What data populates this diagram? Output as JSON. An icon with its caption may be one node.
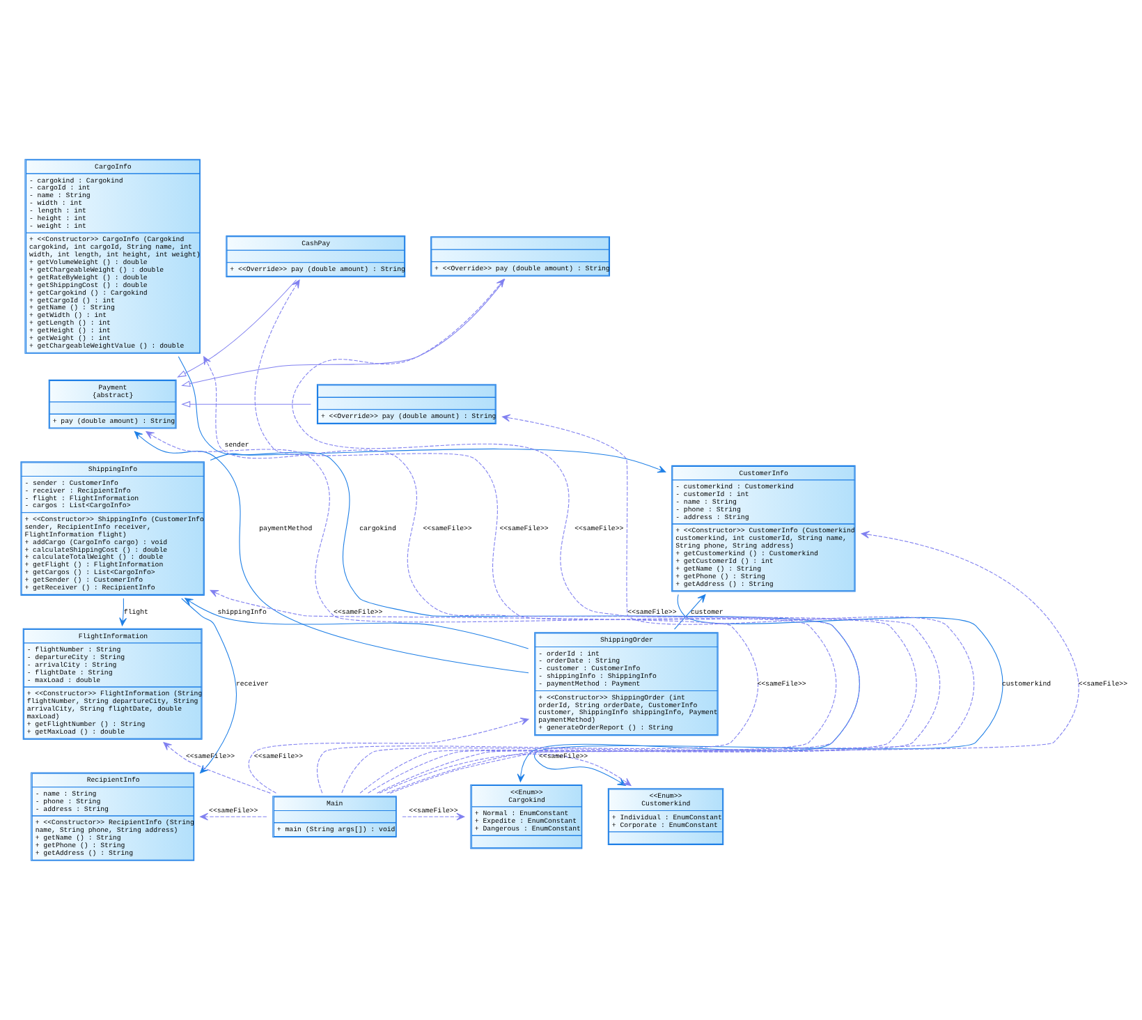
{
  "diagram": {
    "nodes": [
      {
        "text": [
          "CargoInfo",
          "- cargokind : Cargokind",
          "- cargoId : int",
          "- name : String",
          "- width : int",
          "- length : int",
          "- height : int",
          "- weight : int",
          "+ <<Constructor>> CargoInfo (Cargokind cargokind, int cargoId, String name, int width, int length, int height, int weight)",
          "+ getVolumeWeight () : double",
          "+ getChargeableWeight () : double",
          "+ getRateByWeight () : double",
          "+ getShippingCost () : double",
          "+ getCargokind () : Cargokind",
          "+ getCargoId () : int",
          "+ getName () : String",
          "+ getWidth () : int",
          "+ getLength () : int",
          "+ getHeight () : int",
          "+ getWeight () : int",
          "+ getChargeableWeightValue () : double"
        ]
      },
      {
        "text": [
          "CashPay",
          "+ <<Override>> pay (double amount) : String"
        ]
      },
      {
        "text": [
          "+ <<Override>> pay (double amount) : String"
        ]
      },
      {
        "text": [
          "Payment",
          "{abstract}",
          "+ pay (double amount) : String"
        ]
      },
      {
        "text": [
          "+ <<Override>> pay (double amount) : String"
        ]
      },
      {
        "text": [
          "ShippingInfo",
          "- sender : CustomerInfo",
          "- receiver : RecipientInfo",
          "- flight : FlightInformation",
          "- cargos : List<CargoInfo>",
          "+ <<Constructor>> ShippingInfo (CustomerInfo sender, RecipientInfo receiver, FlightInformation flight)",
          "+ addCargo (CargoInfo cargo) : void",
          "+ calculateShippingCost () : double",
          "+ calculateTotalWeight () : double",
          "+ getFlight () : FlightInformation",
          "+ getCargos () : List<CargoInfo>",
          "+ getSender () : CustomerInfo",
          "+ getReceiver () : RecipientInfo"
        ]
      },
      {
        "text": [
          "CustomerInfo",
          "- customerkind : Customerkind",
          "- customerId : int",
          "- name : String",
          "- phone : String",
          "- address : String",
          "+ <<Constructor>> CustomerInfo (Customerkind customerkind, int customerId, String name, String phone, String address)",
          "+ getCustomerkind () : Customerkind",
          "+ getCustomerId () : int",
          "+ getName () : String",
          "+ getPhone () : String",
          "+ getAddress () : String"
        ]
      },
      {
        "text": [
          "FlightInformation",
          "- flightNumber : String",
          "- departureCity : String",
          "- arrivalCity : String",
          "- flightDate : String",
          "- maxLoad : double",
          "+ <<Constructor>> FlightInformation (String flightNumber, String departureCity, String arrivalCity, String flightDate, double maxLoad)",
          "+ getFlightNumber () : String",
          "+ getMaxLoad () : double"
        ]
      },
      {
        "text": [
          "ShippingOrder",
          "- orderId : int",
          "- orderDate : String",
          "- customer : CustomerInfo",
          "- shippingInfo : ShippingInfo",
          "- paymentMethod : Payment",
          "+ <<Constructor>> ShippingOrder (int orderId, String orderDate, CustomerInfo customer, ShippingInfo shippingInfo, Payment paymentMethod)",
          "+ generateOrderReport () : String"
        ]
      },
      {
        "text": [
          "RecipientInfo",
          "- name : String",
          "- phone : String",
          "- address : String",
          "+ <<Constructor>> RecipientInfo (String name, String phone, String address)",
          "+ getName () : String",
          "+ getPhone () : String",
          "+ getAddress () : String"
        ]
      },
      {
        "text": [
          "<<Enum>>",
          "Cargokind",
          "+ Normal : EnumConstant",
          "+ Expedite : EnumConstant",
          "+ Dangerous : EnumConstant"
        ]
      },
      {
        "text": [
          "<<Enum>>",
          "Customerkind",
          "+ Individual : EnumConstant",
          "+ Corporate : EnumConstant"
        ]
      },
      {
        "text": [
          "Main",
          "+ main (String args[]) : void"
        ]
      }
    ],
    "edges": [
      {
        "from": 1,
        "to": 3,
        "arrow": "to"
      },
      {
        "from": 2,
        "to": 3,
        "arrow": "to"
      },
      {
        "from": 4,
        "to": 3,
        "arrow": "to"
      },
      {
        "from": 8,
        "to": 3,
        "arrow": "to",
        "label": "paymentMethod",
        "color": "#1e7fe6"
      },
      {
        "from": 5,
        "to": 6,
        "arrow": "to",
        "label": "sender",
        "color": "#1e7fe6"
      },
      {
        "from": 5,
        "to": 7,
        "arrow": "to",
        "label": "flight",
        "color": "#1e7fe6"
      },
      {
        "from": 5,
        "to": 9,
        "arrow": "to",
        "label": "receiver",
        "color": "#1e7fe6"
      },
      {
        "from": 0,
        "to": 10,
        "arrow": "to",
        "label": "cargokind",
        "color": "#1e7fe6"
      },
      {
        "from": 8,
        "to": 5,
        "arrow": "to",
        "label": "shippingInfo",
        "color": "#1e7fe6"
      },
      {
        "from": 8,
        "to": 6,
        "arrow": "to",
        "label": "customer",
        "color": "#1e7fe6"
      },
      {
        "from": 6,
        "to": 11,
        "arrow": "to",
        "label": "customerkind",
        "color": "#1e7fe6"
      },
      {
        "from": 12,
        "to": 3,
        "arrow": "to",
        "label": "<<sameFile>>",
        "style": "dashed"
      },
      {
        "from": 12,
        "to": 4,
        "arrow": "to",
        "label": "<<sameFile>>",
        "style": "dashed"
      },
      {
        "from": 12,
        "to": 0,
        "arrow": "to",
        "label": "<<sameFile>>",
        "style": "dashed"
      },
      {
        "from": 12,
        "to": 1,
        "arrow": "to",
        "label": "<<sameFile>>",
        "style": "dashed"
      },
      {
        "from": 12,
        "to": 2,
        "arrow": "to",
        "label": "<<sameFile>>",
        "style": "dashed"
      },
      {
        "from": 12,
        "to": 5,
        "arrow": "to",
        "label": "<<sameFile>>",
        "style": "dashed"
      },
      {
        "from": 12,
        "to": 6,
        "arrow": "to",
        "label": "<<sameFile>>",
        "style": "dashed"
      },
      {
        "from": 12,
        "to": 8,
        "arrow": "to",
        "label": "<<sameFile>>",
        "style": "dashed"
      },
      {
        "from": 12,
        "to": 7,
        "arrow": "to",
        "label": "<<sameFile>>",
        "style": "dashed"
      },
      {
        "from": 12,
        "to": 11,
        "arrow": "to",
        "label": "<<sameFile>>",
        "style": "dashed"
      },
      {
        "from": 12,
        "to": 10,
        "arrow": "to",
        "label": "<<sameFile>>",
        "style": "dashed"
      },
      {
        "from": 12,
        "to": 9,
        "arrow": "to",
        "label": "<<sameFile>>",
        "style": "dashed"
      }
    ]
  }
}
